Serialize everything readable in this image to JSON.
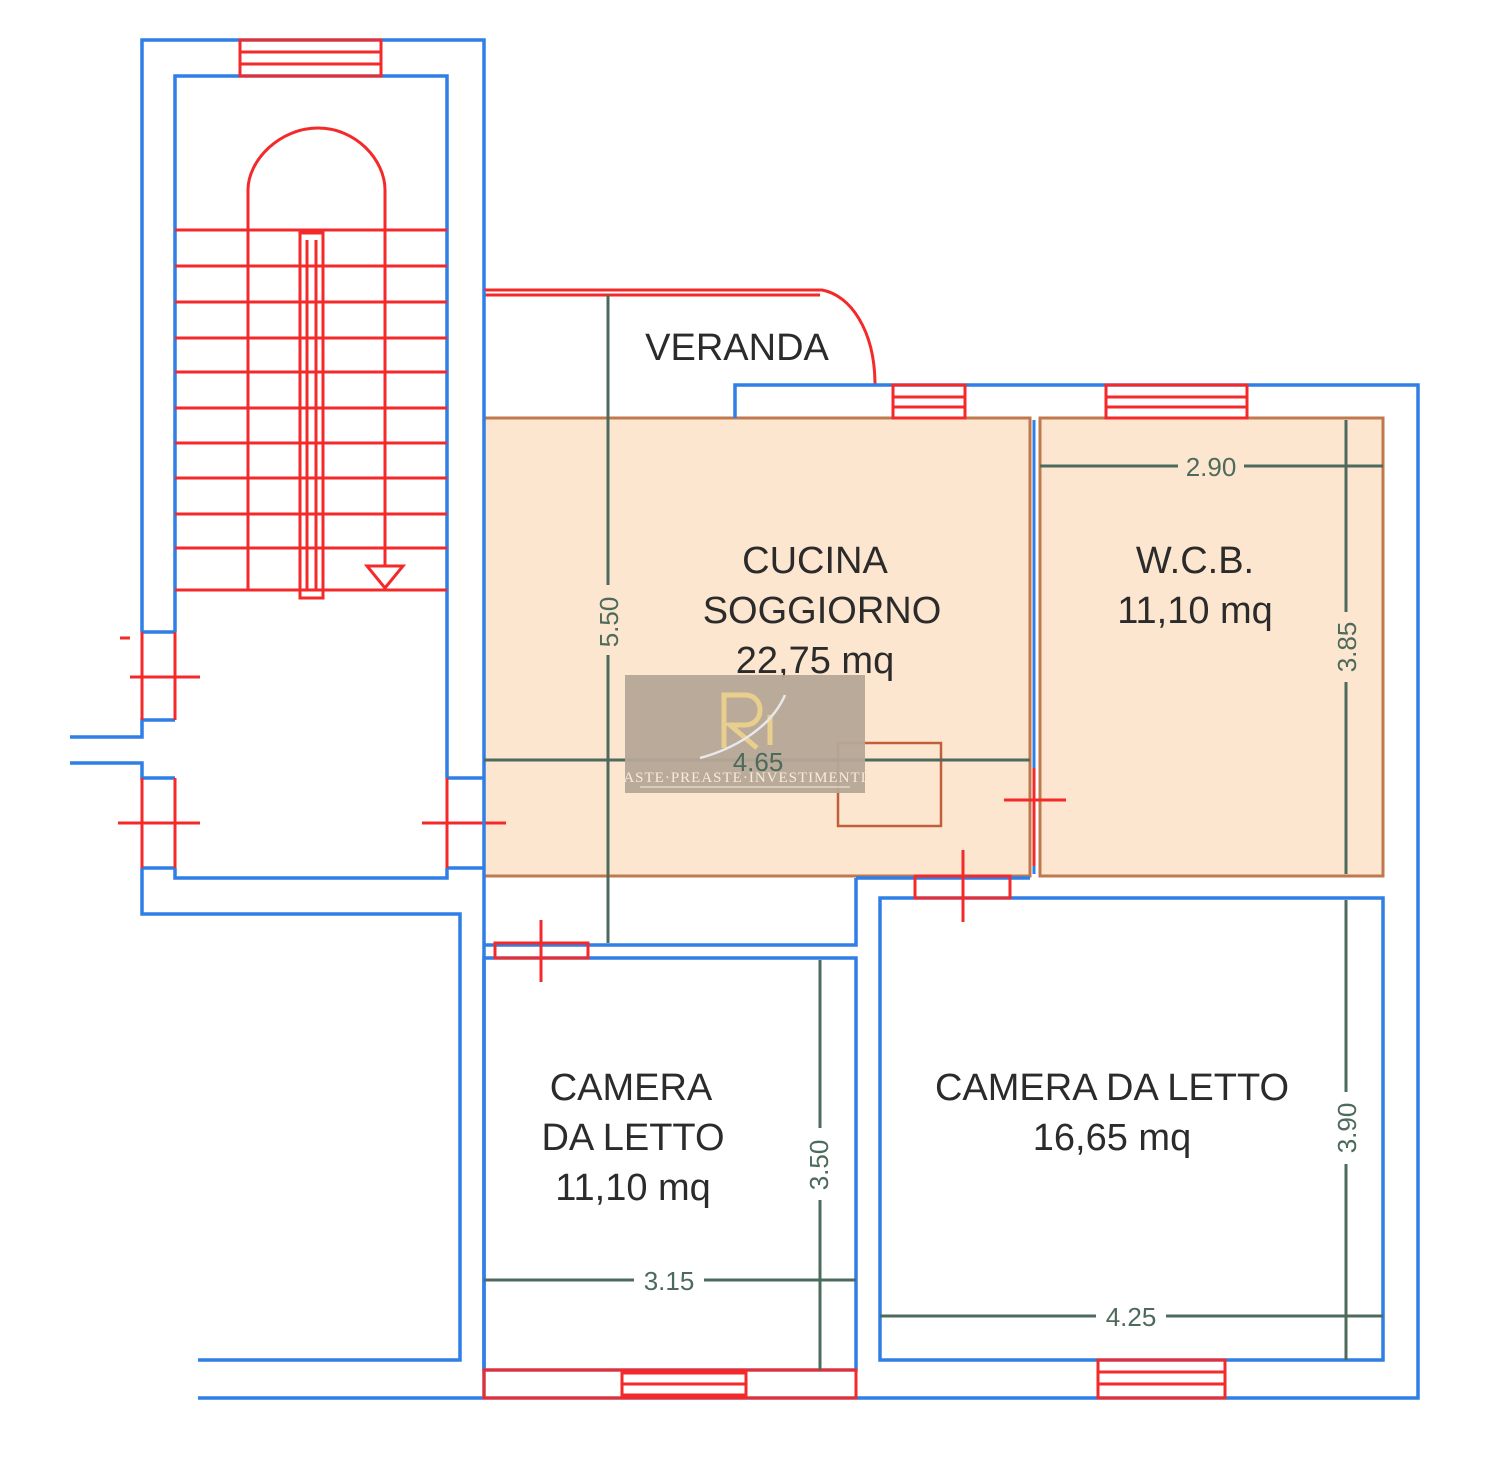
{
  "rooms": {
    "veranda": {
      "name": "VERANDA"
    },
    "cucina": {
      "name_line1": "CUCINA",
      "name_line2": "SOGGIORNO",
      "area": "22,75 mq"
    },
    "wcb": {
      "name": "W.C.B.",
      "area": "11,10 mq"
    },
    "camera1": {
      "name_line1": "CAMERA",
      "name_line2": "DA LETTO",
      "area": "11,10 mq"
    },
    "camera2": {
      "name": "CAMERA DA LETTO",
      "area": "16,65 mq"
    }
  },
  "dimensions": {
    "veranda_height": "5.50",
    "cucina_width": "4.65",
    "wcb_width": "2.90",
    "wcb_height": "3.85",
    "camera1_width": "3.15",
    "camera1_height": "3.50",
    "camera2_width": "4.25",
    "camera2_height": "3.90"
  },
  "watermark": {
    "logo": "RI",
    "text": "ASTE·PREASTE·INVESTIMENTI"
  },
  "colors": {
    "wall": "#2f7fe6",
    "opening": "#f42a2a",
    "highlight_fill": "#fde6cf",
    "highlight_border": "#c0794f",
    "dimension": "#4d6b5c"
  }
}
